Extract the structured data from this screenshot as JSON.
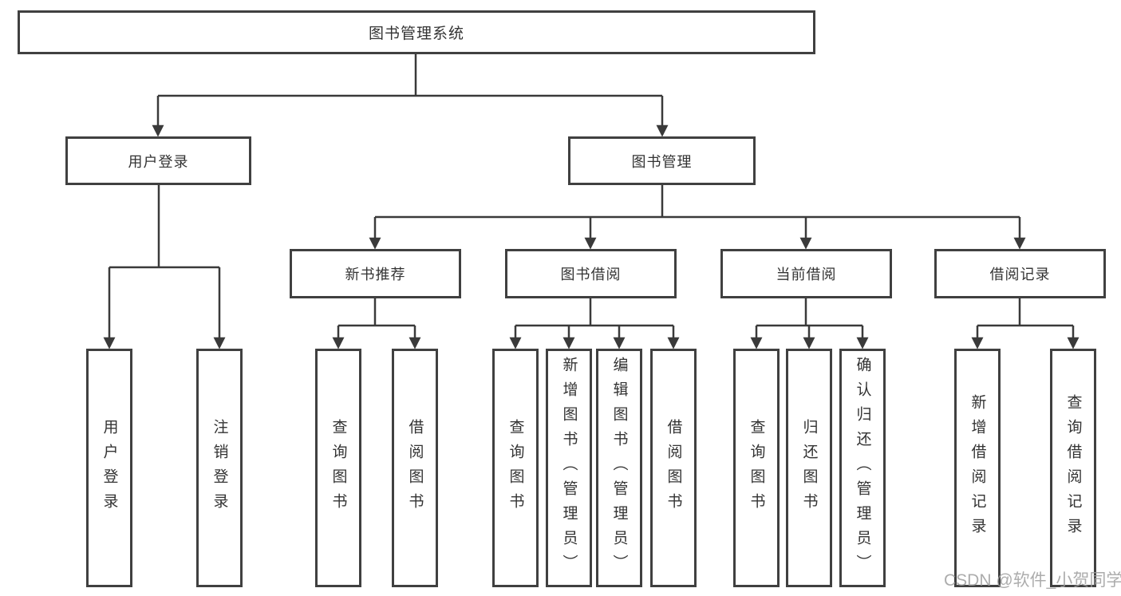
{
  "title": "图书管理系统",
  "branches": [
    {
      "label": "用户登录",
      "leaves": [
        {
          "label": "用户登录"
        },
        {
          "label": "注销登录"
        }
      ]
    },
    {
      "label": "图书管理",
      "sections": [
        {
          "label": "新书推荐",
          "leaves": [
            {
              "label": "查询图书"
            },
            {
              "label": "借阅图书"
            }
          ]
        },
        {
          "label": "图书借阅",
          "leaves": [
            {
              "label": "查询图书"
            },
            {
              "label": "新增图书（管理员）"
            },
            {
              "label": "编辑图书（管理员）"
            },
            {
              "label": "借阅图书"
            }
          ]
        },
        {
          "label": "当前借阅",
          "leaves": [
            {
              "label": "查询图书"
            },
            {
              "label": "归还图书"
            },
            {
              "label": "确认归还（管理员）"
            }
          ]
        },
        {
          "label": "借阅记录",
          "leaves": [
            {
              "label": "新增借阅记录"
            },
            {
              "label": "查询借阅记录"
            }
          ]
        }
      ]
    }
  ],
  "watermark": "CSDN @软件_小贺同学",
  "colors": {
    "line": "#3a3a3a",
    "border": "#404040",
    "text": "#333333",
    "watermark": "#9e9e9e",
    "background": "#ffffff"
  }
}
